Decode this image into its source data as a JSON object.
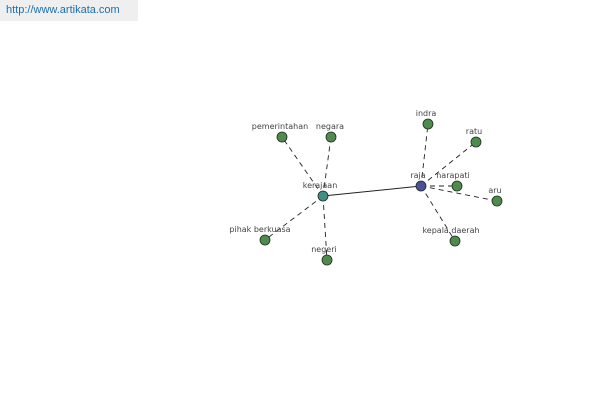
{
  "header": {
    "url": "http://www.artikata.com"
  },
  "colors": {
    "leaf": "#4f8a4f",
    "hub_kerajaan": "#3f8f86",
    "hub_raja": "#4a4f9a",
    "edge": "#222222"
  },
  "graph": {
    "nodes": [
      {
        "id": "kerajaan",
        "label": "kerajaan",
        "kind": "hub"
      },
      {
        "id": "raja",
        "label": "raja",
        "kind": "hub"
      },
      {
        "id": "pemerintahan",
        "label": "pemerintahan",
        "kind": "leaf"
      },
      {
        "id": "negara",
        "label": "negara",
        "kind": "leaf"
      },
      {
        "id": "pihak",
        "label": "pihak berkuasa",
        "kind": "leaf"
      },
      {
        "id": "negeri",
        "label": "negeri",
        "kind": "leaf"
      },
      {
        "id": "indra",
        "label": "indra",
        "kind": "leaf"
      },
      {
        "id": "ratu",
        "label": "ratu",
        "kind": "leaf"
      },
      {
        "id": "narapati",
        "label": "narapati",
        "kind": "leaf"
      },
      {
        "id": "aru",
        "label": "aru",
        "kind": "leaf"
      },
      {
        "id": "kepala",
        "label": "kepala daerah",
        "kind": "leaf"
      }
    ],
    "edges": [
      {
        "from": "kerajaan",
        "to": "raja",
        "style": "solid"
      },
      {
        "from": "kerajaan",
        "to": "pemerintahan",
        "style": "dashed"
      },
      {
        "from": "kerajaan",
        "to": "negara",
        "style": "dashed"
      },
      {
        "from": "kerajaan",
        "to": "pihak",
        "style": "dashed"
      },
      {
        "from": "kerajaan",
        "to": "negeri",
        "style": "dashed"
      },
      {
        "from": "raja",
        "to": "indra",
        "style": "dashed"
      },
      {
        "from": "raja",
        "to": "ratu",
        "style": "dashed"
      },
      {
        "from": "raja",
        "to": "narapati",
        "style": "dashed"
      },
      {
        "from": "raja",
        "to": "aru",
        "style": "dashed"
      },
      {
        "from": "raja",
        "to": "kepala",
        "style": "dashed"
      }
    ]
  }
}
